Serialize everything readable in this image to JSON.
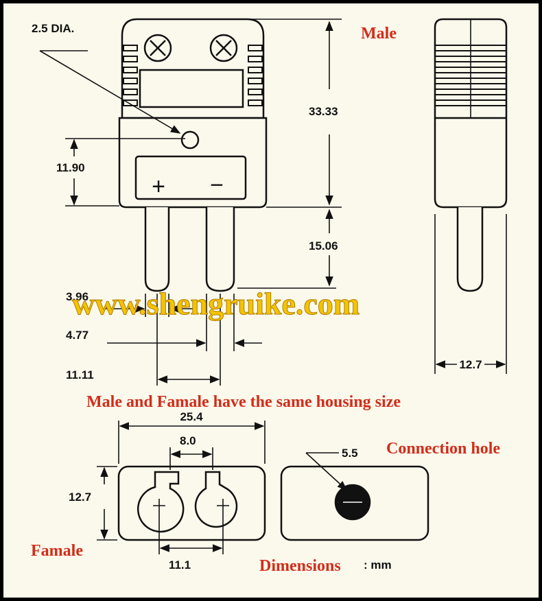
{
  "labels": {
    "male": "Male",
    "famale": "Famale",
    "same_size": "Male and Famale have the same housing size",
    "connection_hole": "Connection hole",
    "dimensions": "Dimensions",
    "unit": "mm",
    "watermark": "www.shengruike.com"
  },
  "dims": {
    "dia": "2.5 DIA.",
    "height": "33.33",
    "body": "11.90",
    "pin_len": "15.06",
    "pin_dia": "3.96",
    "pin_gap": "4.77",
    "pin_pitch": "11.11",
    "side_width": "12.7",
    "face_width": "25.4",
    "slot_spacing": "8.0",
    "face_height": "12.7",
    "face_pitch": "11.1",
    "hole_dia": "5.5"
  },
  "symbols": {
    "plus": "+",
    "minus": "−"
  },
  "colors": {
    "background": "#fbf9ec",
    "line": "#111111",
    "accent": "#d22d1a",
    "watermark": "#f4c400"
  }
}
